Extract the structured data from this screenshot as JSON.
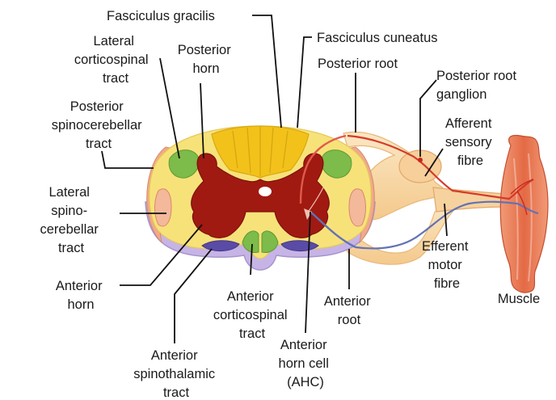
{
  "labels": {
    "fasciculus_gracilis": "Fasciculus gracilis",
    "fasciculus_cuneatus": "Fasciculus cuneatus",
    "lateral_corticospinal": [
      "Lateral",
      "corticospinal",
      "tract"
    ],
    "posterior_horn": [
      "Posterior",
      "horn"
    ],
    "posterior_root": "Posterior root",
    "posterior_root_ganglion": [
      "Posterior root",
      "ganglion"
    ],
    "posterior_spinocerebellar": [
      "Posterior",
      "spinocerebellar",
      "tract"
    ],
    "afferent_sensory_fibre": [
      "Afferent",
      "sensory",
      "fibre"
    ],
    "lateral_spinocerebellar": [
      "Lateral",
      "spino-",
      "cerebellar",
      "tract"
    ],
    "efferent_motor_fibre": [
      "Efferent",
      "motor",
      "fibre"
    ],
    "anterior_horn": [
      "Anterior",
      "horn"
    ],
    "muscle": "Muscle",
    "anterior_corticospinal": [
      "Anterior",
      "corticospinal",
      "tract"
    ],
    "anterior_root": [
      "Anterior",
      "root"
    ],
    "anterior_horn_cell": [
      "Anterior",
      "horn cell",
      "(AHC)"
    ],
    "anterior_spinothalamic": [
      "Anterior",
      "spinothalamic",
      "tract"
    ]
  },
  "colors": {
    "grey_matter": "#a01a12",
    "white_matter": "#f7e27a",
    "dorsal_columns": "#f2c21b",
    "corticospinal_tract": "#7dbb4a",
    "spinothalamic_tract": "#5a4ba6",
    "spinocerebellar_tract": "#f1a98b",
    "ventral_band": "#c7b4e6",
    "posterior_root": "#f7d6a0",
    "sensory_fibre": "#d63a2a",
    "motor_fibre": "#6272b4",
    "muscle": "#e46a45"
  }
}
